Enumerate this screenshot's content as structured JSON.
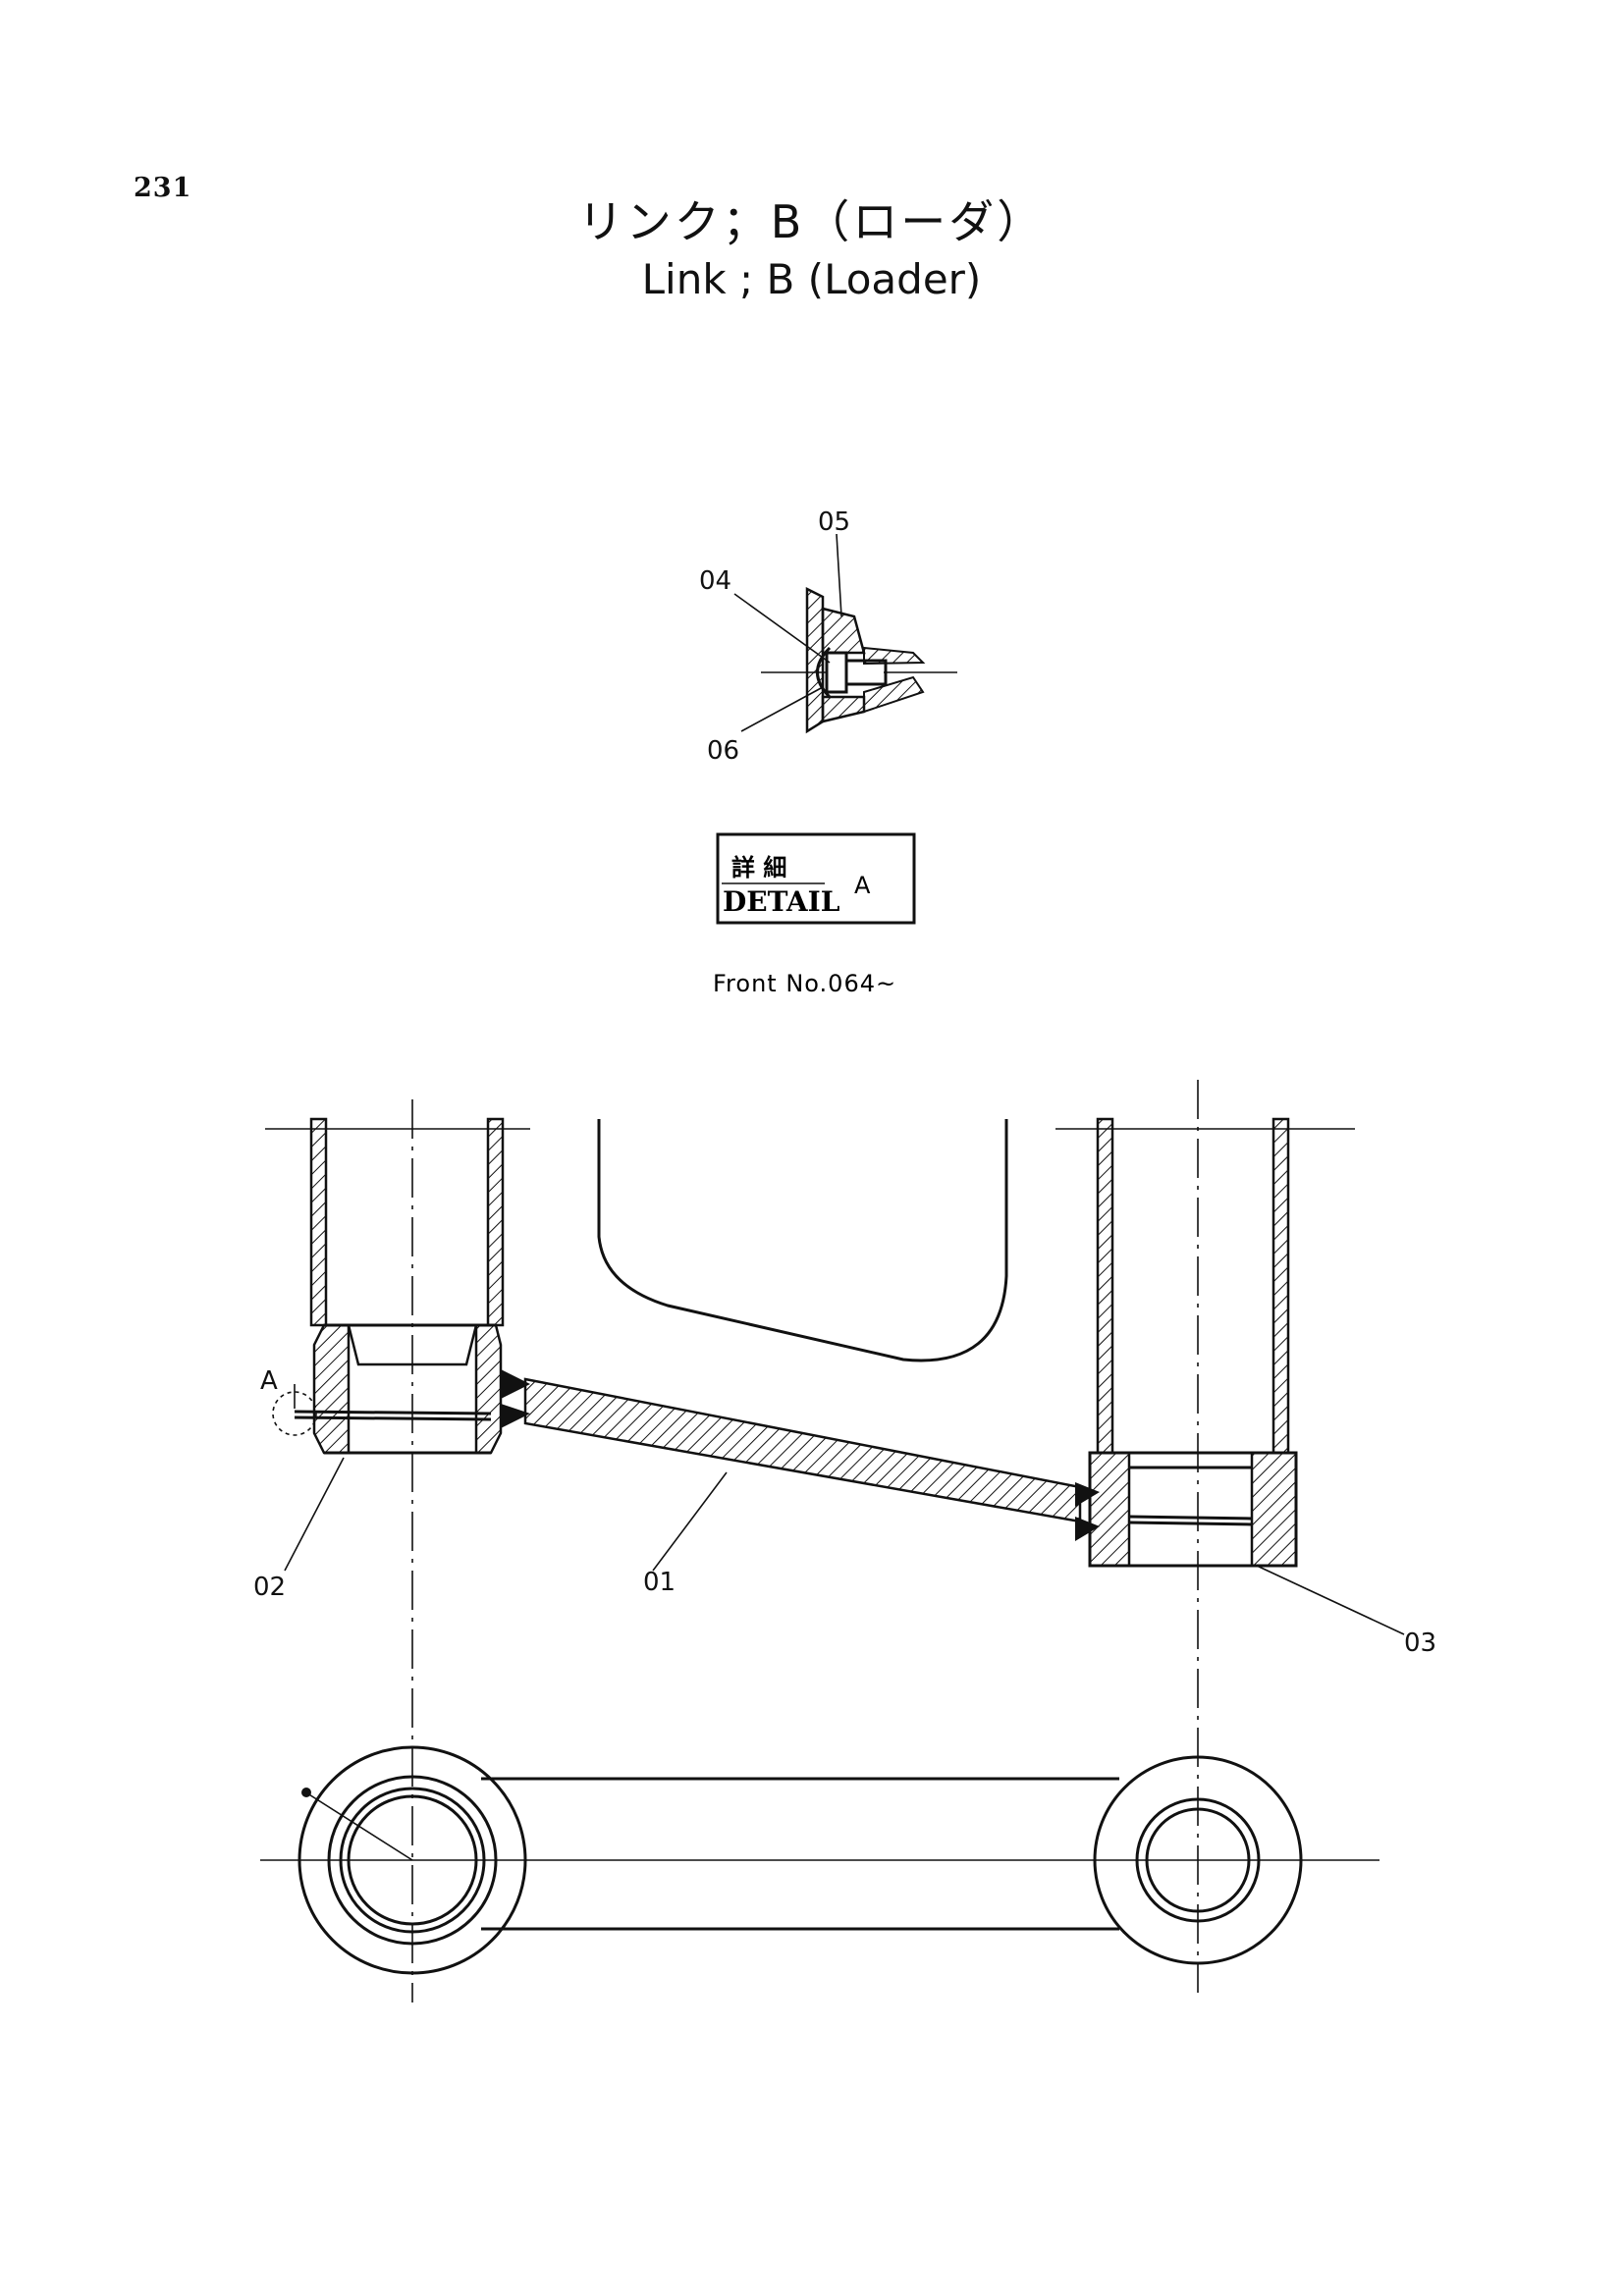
{
  "page": {
    "number": "231"
  },
  "title": {
    "japanese": "リンク；B（ローダ）",
    "english": "Link ; B (Loader)"
  },
  "detail_box": {
    "kanji": "詳 細",
    "label": "DETAIL",
    "letter": "A"
  },
  "serial_note": "Front No.064~",
  "callouts": {
    "p01": "01",
    "p02": "02",
    "p03": "03",
    "p04": "04",
    "p05": "05",
    "p06": "06",
    "detail_marker": "A"
  }
}
